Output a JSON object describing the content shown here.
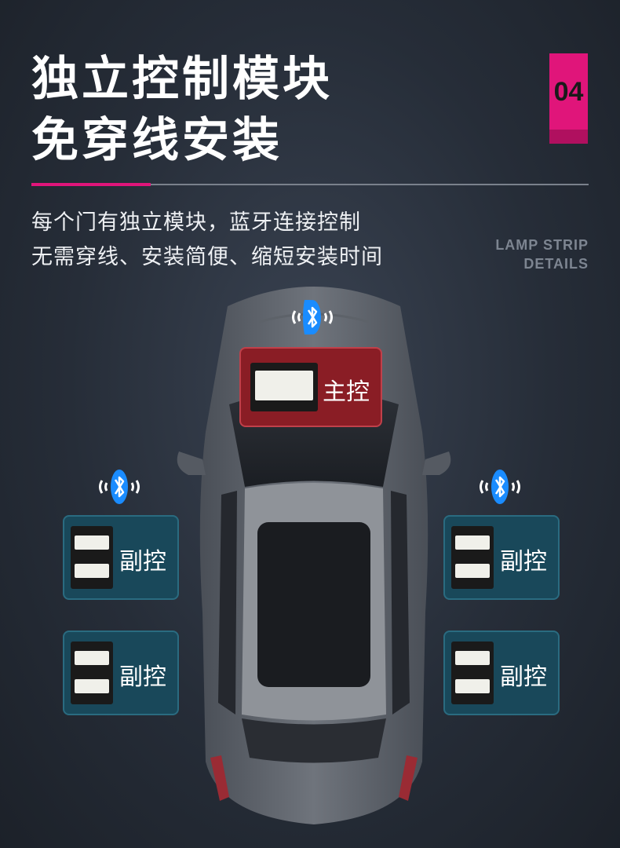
{
  "title_line1": "独立控制模块",
  "title_line2": "免穿线安装",
  "badge_number": "04",
  "desc_line1": "每个门有独立模块，蓝牙连接控制",
  "desc_line2": "无需穿线、安装简便、缩短安装时间",
  "english_line1": "LAMP STRIP",
  "english_line2": "DETAILS",
  "modules": {
    "master_label": "主控",
    "slave_label": "副控"
  },
  "colors": {
    "accent": "#e0157a",
    "master_bg": "#8a1d25",
    "slave_bg": "#19485a",
    "bluetooth": "#1a8cff"
  },
  "icons": [
    "bluetooth-icon"
  ]
}
